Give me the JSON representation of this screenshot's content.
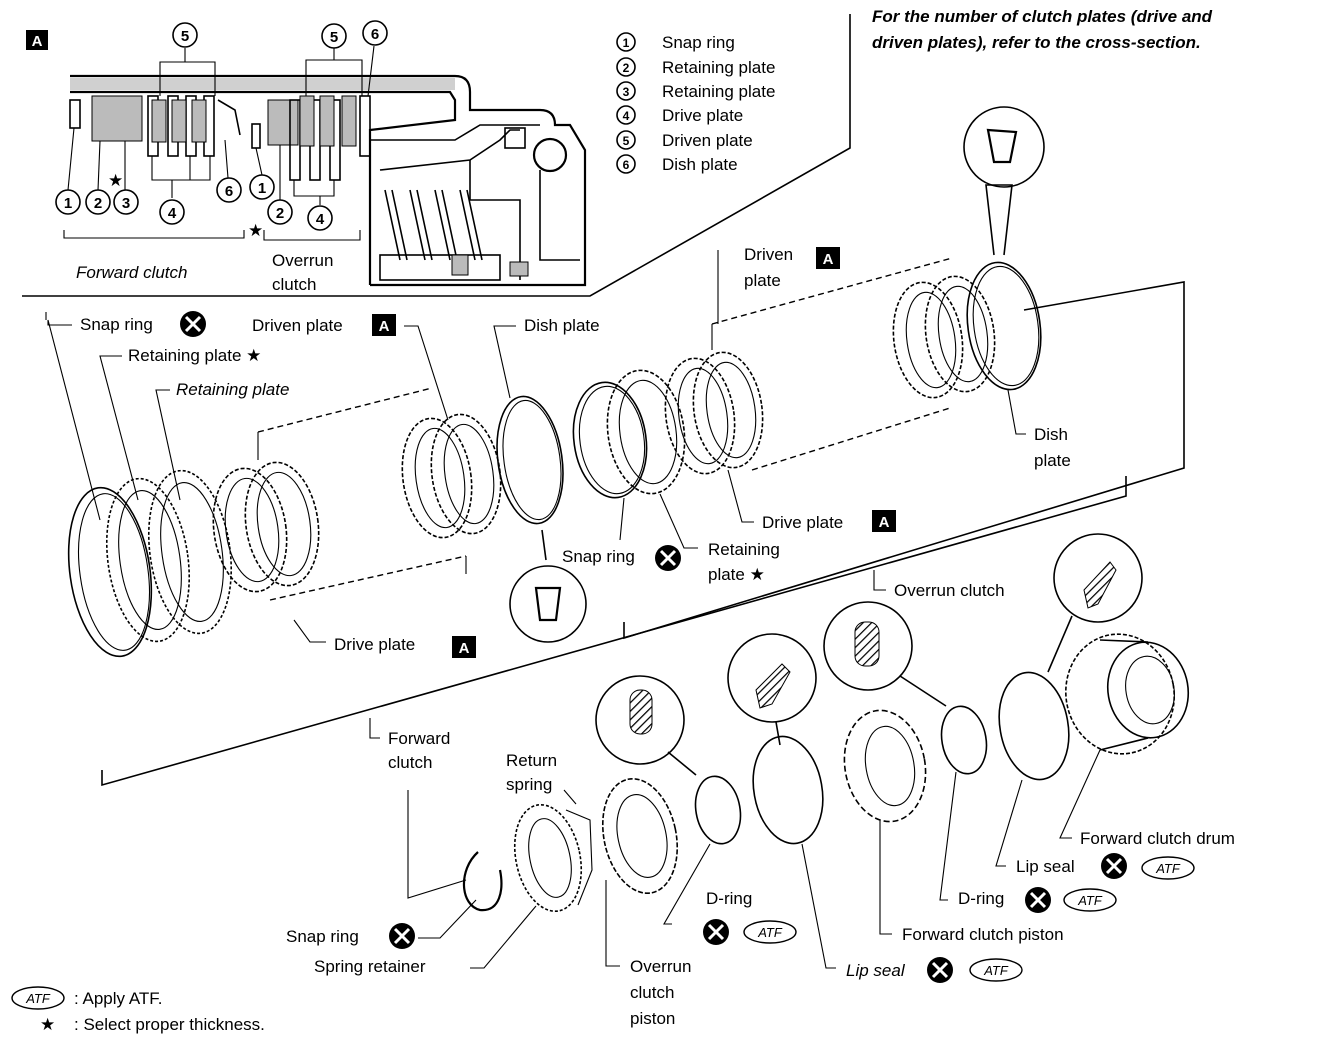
{
  "note": "For the number of clutch plates (drive and driven plates), refer to the cross-section.",
  "note_line1": "For the number of clutch plates (drive and",
  "note_line2": "driven plates), refer to the cross-section.",
  "section_badge": "A",
  "legend": [
    {
      "num": "1",
      "label": "Snap ring"
    },
    {
      "num": "2",
      "label": "Retaining plate"
    },
    {
      "num": "3",
      "label": "Retaining plate"
    },
    {
      "num": "4",
      "label": "Drive plate"
    },
    {
      "num": "5",
      "label": "Driven plate"
    },
    {
      "num": "6",
      "label": "Dish plate"
    }
  ],
  "cross_section": {
    "forward_clutch": "Forward clutch",
    "overrun_clutch_line1": "Overrun",
    "overrun_clutch_line2": "clutch",
    "star": "★"
  },
  "labels": {
    "snap_ring_top": "Snap ring",
    "retaining_plate_star": "Retaining plate ★",
    "retaining_plate": "Retaining plate",
    "driven_plate_1": "Driven plate",
    "dish_plate_1": "Dish plate",
    "driven_plate_2_line1": "Driven",
    "driven_plate_2_line2": "plate",
    "dish_plate_2_line1": "Dish",
    "dish_plate_2_line2": "plate",
    "drive_plate_1": "Drive plate",
    "drive_plate_2": "Drive plate",
    "snap_ring_mid": "Snap ring",
    "retaining_plate_mid_line1": "Retaining",
    "retaining_plate_mid_line2": "plate ★",
    "overrun_clutch": "Overrun clutch",
    "forward_clutch_line1": "Forward",
    "forward_clutch_line2": "clutch",
    "return_spring_line1": "Return",
    "return_spring_line2": "spring",
    "snap_ring_bottom": "Snap ring",
    "spring_retainer": "Spring retainer",
    "overrun_piston_line1": "Overrun",
    "overrun_piston_line2": "clutch",
    "overrun_piston_line3": "piston",
    "d_ring_1": "D-ring",
    "lip_seal_1": "Lip seal",
    "forward_piston": "Forward clutch piston",
    "d_ring_2": "D-ring",
    "lip_seal_2": "Lip seal",
    "forward_drum": "Forward clutch drum",
    "atf": "ATF"
  },
  "footer": {
    "atf_symbol": "ATF",
    "atf_text": ": Apply ATF.",
    "star_symbol": "★",
    "star_text": ": Select proper thickness."
  }
}
